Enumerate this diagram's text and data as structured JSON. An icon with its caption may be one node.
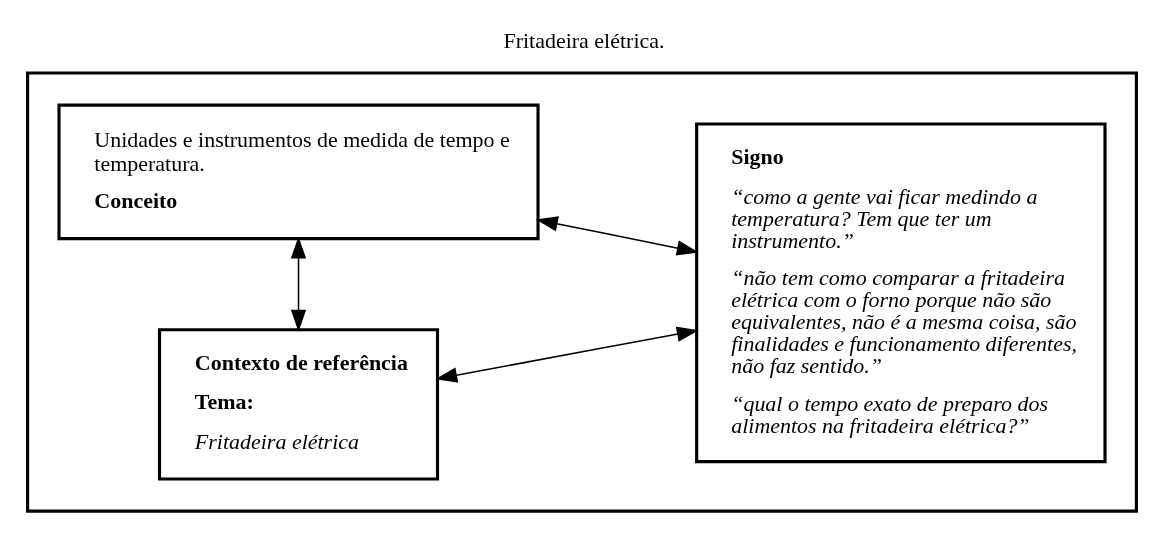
{
  "diagram": {
    "title": "Fritadeira elétrica.",
    "nodes": [
      {
        "text": [],
        "shape": "box"
      },
      {
        "text": [
          "Contexto de referência",
          "Tema:",
          "Fritadeira elétrica"
        ],
        "in": 0
      },
      {
        "text": [
          "Signo",
          "“como a gente vai ficar medindo a temperatura? Tem que ter um instrumento.”",
          "“não tem como comparar a fritadeira elétrica com o forno porque não são equivalentes, não é a mesma coisa, são finalidades e funcionamento diferentes, não faz sentido.”",
          "“qual o tempo exato de preparo dos alimentos na fritadeira elétrica?”"
        ],
        "in": 0
      },
      {
        "text": [
          "Unidades e instrumentos de medida de tempo e temperatura.",
          "Conceito"
        ],
        "in": 0
      }
    ],
    "edges": [
      {
        "from": 1,
        "to": 2,
        "arrow": "both"
      },
      {
        "from": 1,
        "to": 3,
        "arrow": "both"
      },
      {
        "from": 2,
        "to": 3,
        "arrow": "both"
      }
    ]
  }
}
